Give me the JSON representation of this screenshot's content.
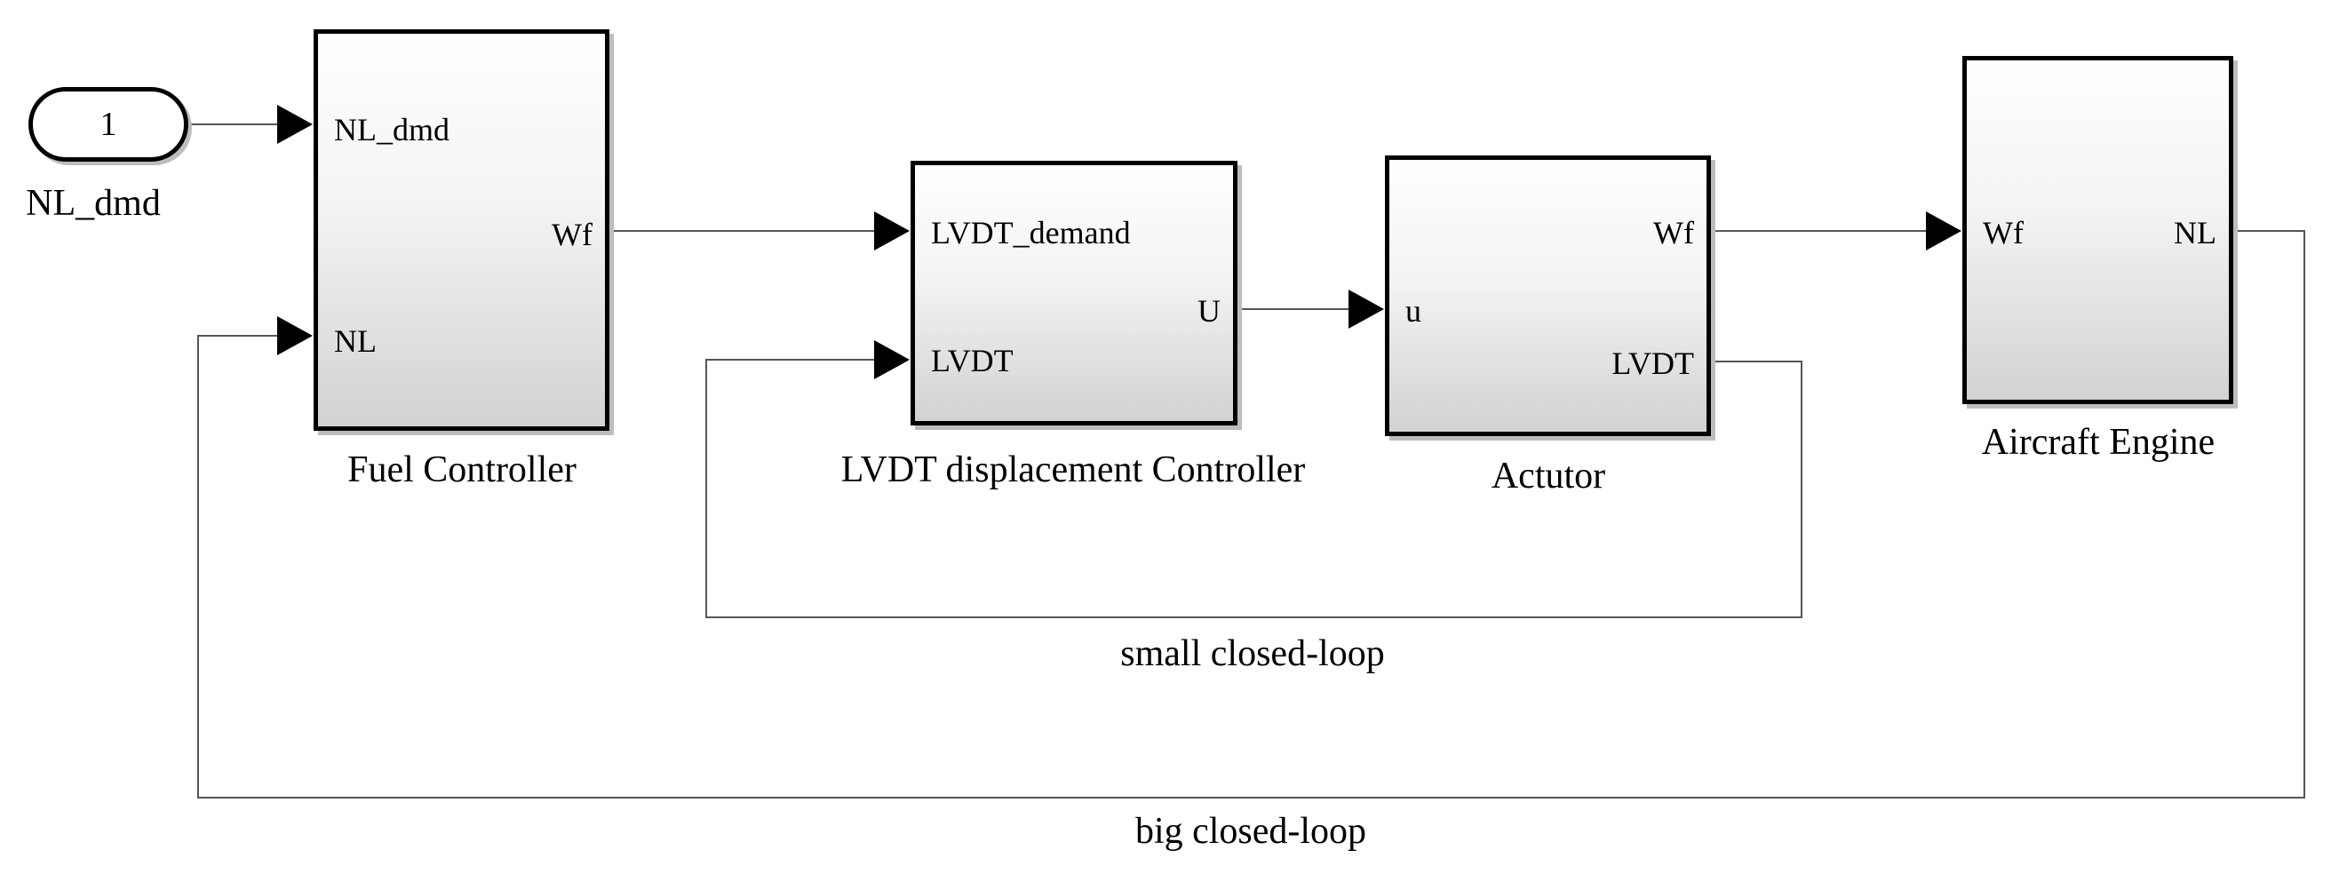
{
  "inport": {
    "number": "1",
    "label": "NL_dmd"
  },
  "blocks": {
    "fuel_controller": {
      "name": "Fuel Controller",
      "inputs": [
        "NL_dmd",
        "NL"
      ],
      "outputs": [
        "Wf"
      ]
    },
    "lvdt_controller": {
      "name": "LVDT displacement Controller",
      "inputs": [
        "LVDT_demand",
        "LVDT"
      ],
      "outputs": [
        "U"
      ]
    },
    "actuator": {
      "name": "Actutor",
      "inputs": [
        "u"
      ],
      "outputs": [
        "Wf",
        "LVDT"
      ]
    },
    "engine": {
      "name": "Aircraft Engine",
      "inputs": [
        "Wf"
      ],
      "outputs": [
        "NL"
      ]
    }
  },
  "loops": {
    "small": "small closed-loop",
    "big": "big closed-loop"
  },
  "colors": {
    "line": "#000000",
    "wire": "#555555",
    "shadow": "#bdbdbd"
  }
}
